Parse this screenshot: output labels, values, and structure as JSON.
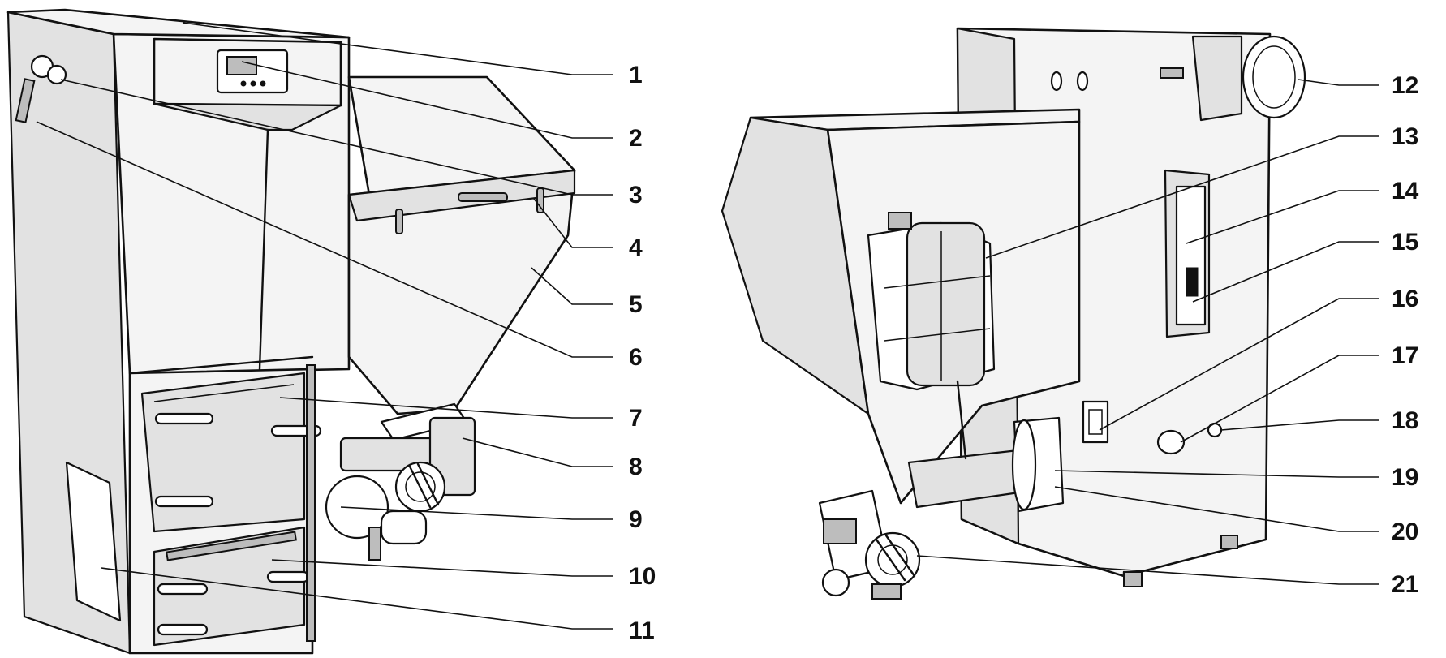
{
  "callouts": [
    {
      "label": "1"
    },
    {
      "label": "2"
    },
    {
      "label": "3"
    },
    {
      "label": "4"
    },
    {
      "label": "5"
    },
    {
      "label": "6"
    },
    {
      "label": "7"
    },
    {
      "label": "8"
    },
    {
      "label": "9"
    },
    {
      "label": "10"
    },
    {
      "label": "11"
    },
    {
      "label": "12"
    },
    {
      "label": "13"
    },
    {
      "label": "14"
    },
    {
      "label": "15"
    },
    {
      "label": "16"
    },
    {
      "label": "17"
    },
    {
      "label": "18"
    },
    {
      "label": "19"
    },
    {
      "label": "20"
    },
    {
      "label": "21"
    }
  ],
  "colors": {
    "line": "#111111",
    "fill": "#f4f4f4",
    "shade": "#e2e2e2",
    "background": "#ffffff"
  }
}
